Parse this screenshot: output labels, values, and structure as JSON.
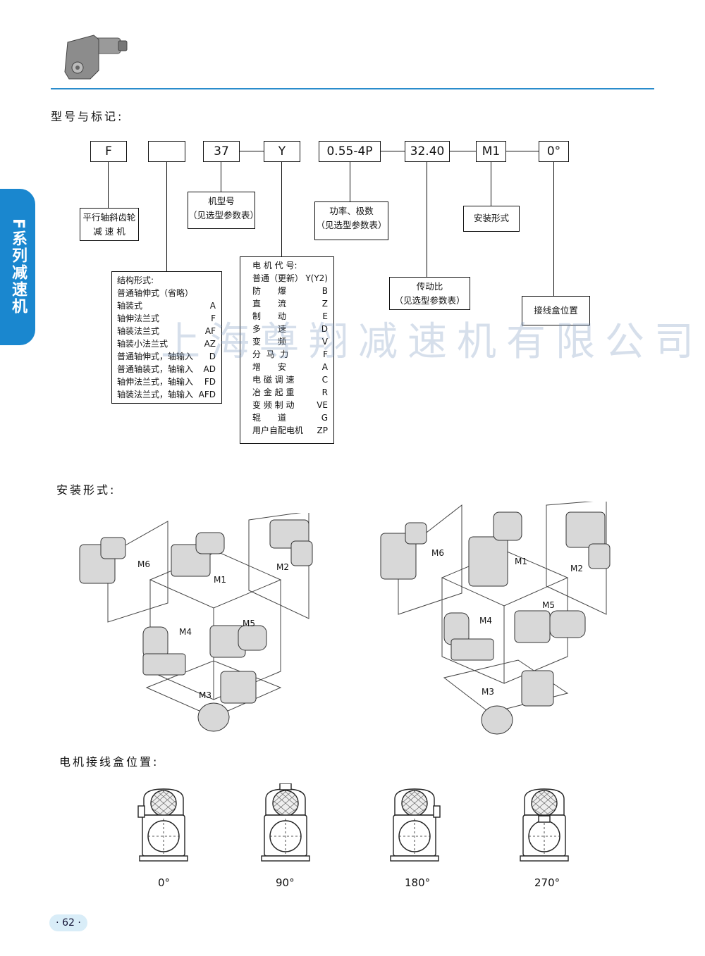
{
  "side_tab": "F系列减速机",
  "watermark": "上海尊翔减速机有限公司",
  "heading_model": "型号与标记:",
  "heading_mount": "安装形式:",
  "heading_box": "电机接线盒位置:",
  "code_boxes": [
    "F",
    "",
    "37",
    "Y",
    "0.55-4P",
    "32.40",
    "M1",
    "0°"
  ],
  "desc_f": [
    "平行轴斜齿轮",
    "减 速 机"
  ],
  "desc_size": [
    "机型号",
    "（见选型参数表）"
  ],
  "desc_power": [
    "功率、极数",
    "（见选型参数表）"
  ],
  "desc_mount": "安装形式",
  "desc_ratio": [
    "传动比",
    "（见选型参数表）"
  ],
  "desc_jbox": "接线盒位置",
  "struct_title": "结构形式:",
  "struct_rows": [
    [
      "普通轴伸式（省略）",
      ""
    ],
    [
      "轴装式",
      "A"
    ],
    [
      "轴伸法兰式",
      "F"
    ],
    [
      "轴装法兰式",
      "AF"
    ],
    [
      "轴装小法兰式",
      "AZ"
    ],
    [
      "普通轴伸式，轴输入",
      "D"
    ],
    [
      "普通轴装式，轴输入",
      "AD"
    ],
    [
      "轴伸法兰式，轴输入",
      "FD"
    ],
    [
      "轴装法兰式，轴输入",
      "AFD"
    ]
  ],
  "motor_title": "电 机 代 号:",
  "motor_rows": [
    [
      "普通（更新）",
      "Y(Y2)"
    ],
    [
      "防　　爆",
      "B"
    ],
    [
      "直　　流",
      "Z"
    ],
    [
      "制　　动",
      "E"
    ],
    [
      "多　　速",
      "D"
    ],
    [
      "变　　频",
      "V"
    ],
    [
      "分  马  力",
      "F"
    ],
    [
      "增　　安",
      "A"
    ],
    [
      "电 磁 调 速",
      "C"
    ],
    [
      "冶 金 起 重",
      "R"
    ],
    [
      "变 频 制 动",
      "VE"
    ],
    [
      "辊　　道",
      "G"
    ],
    [
      "用户自配电机",
      "ZP"
    ]
  ],
  "mount_labels": [
    "M1",
    "M2",
    "M3",
    "M4",
    "M5",
    "M6"
  ],
  "box_positions": [
    "0°",
    "90°",
    "180°",
    "270°"
  ],
  "page_number": "62"
}
